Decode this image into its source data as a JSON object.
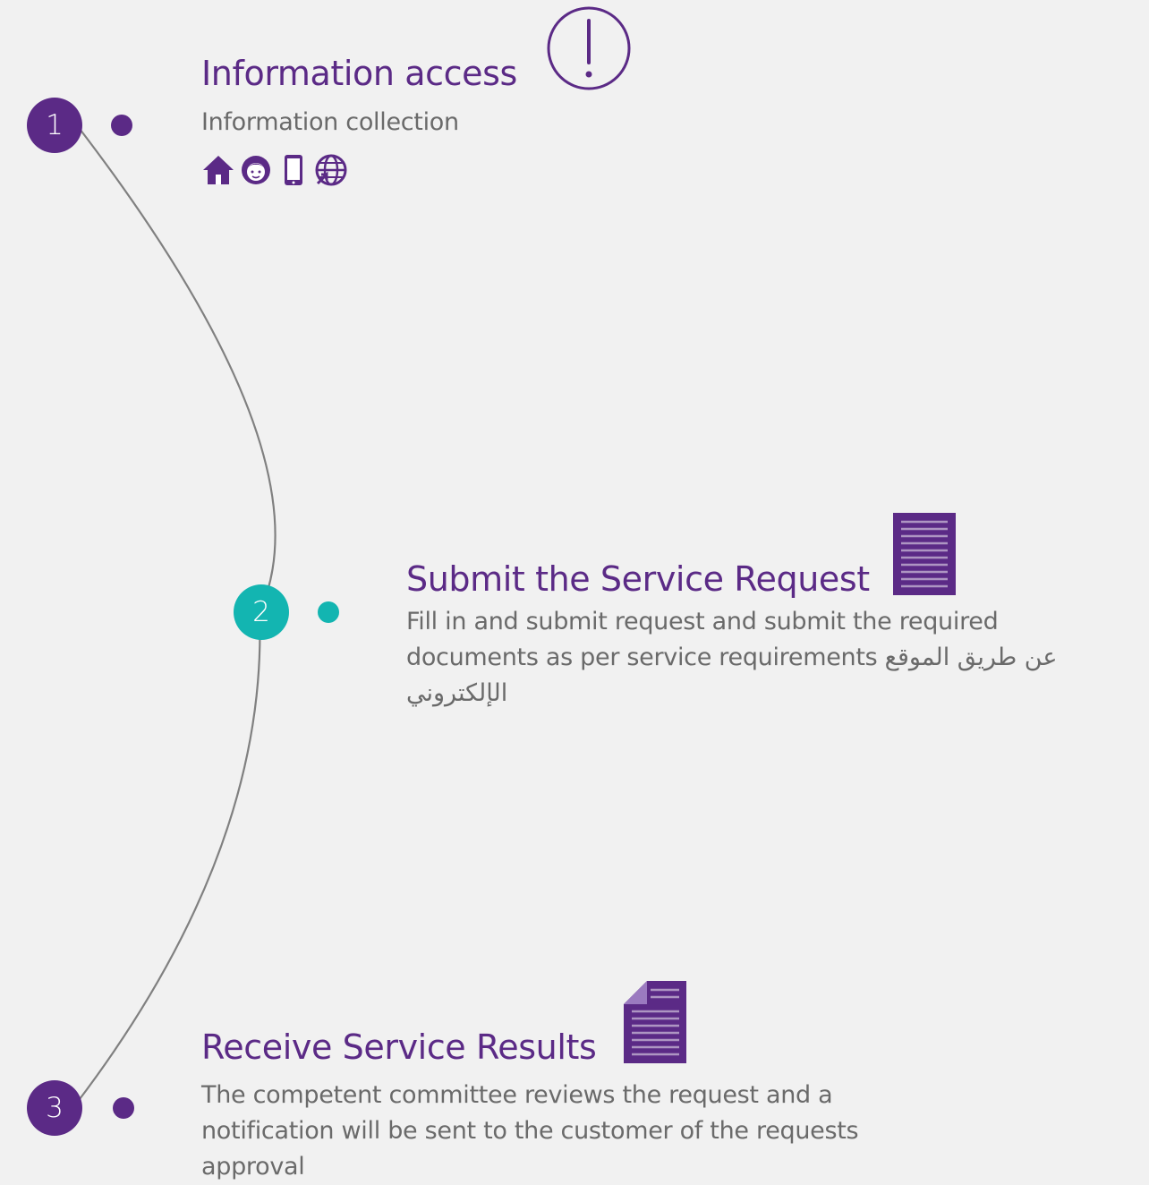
{
  "colors": {
    "background": "#f1f1f1",
    "primary": "#5b2a86",
    "accent": "#13b5b1",
    "text_secondary": "#6a6a6a",
    "arc": "#808080"
  },
  "steps": [
    {
      "number": "1",
      "title": "Information access",
      "description": "Information collection",
      "title_icon": "exclamation-circle-icon",
      "channels": [
        "home-icon",
        "call-center-agent-icon",
        "mobile-phone-icon",
        "website-globe-icon"
      ],
      "circle_color": "#5b2a86"
    },
    {
      "number": "2",
      "title": "Submit the Service Request",
      "description": "Fill in and submit request and submit the required documents as per service requirements عن طريق الموقع الإلكتروني",
      "title_icon": "document-icon",
      "circle_color": "#13b5b1"
    },
    {
      "number": "3",
      "title": "Receive Service Results",
      "description": "The competent committee reviews the request and a notification will be sent to the customer of the requests approval",
      "title_icon": "document-folded-corner-icon",
      "circle_color": "#5b2a86"
    }
  ]
}
